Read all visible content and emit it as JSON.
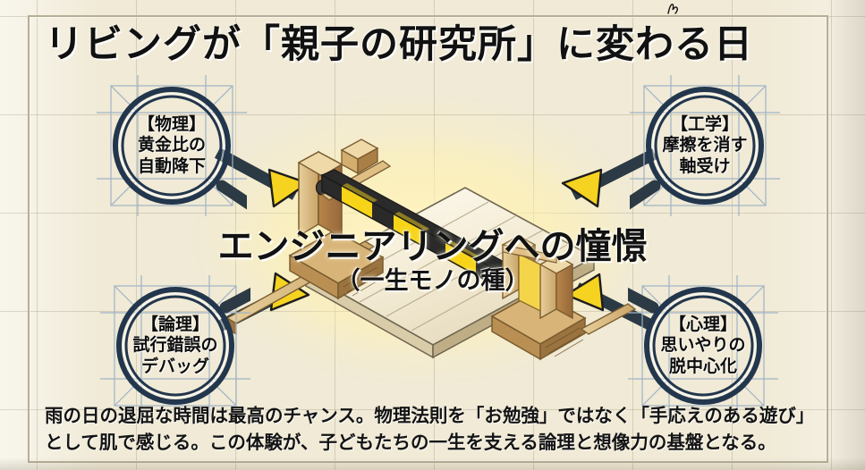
{
  "slide": {
    "title": "リビングが「親子の研究所」に変わる日",
    "center": {
      "main": "エンジニアリングへの憧憬",
      "sub": "（一生モノの種）"
    },
    "caption": {
      "line1": "雨の日の退屈な時間は最高のチャンス。物理法則を「お勉強」ではなく「手応えのある遊び」",
      "line2": "として肌で感じる。この体験が、子どもたちの一生を支える論理と想像力の基盤となる。"
    },
    "badges": [
      {
        "id": "physics",
        "category": "【物理】",
        "line1": "黄金比の",
        "line2": "自動降下",
        "position": "top-left"
      },
      {
        "id": "engineering",
        "category": "【工学】",
        "line1": "摩擦を消す",
        "line2": "軸受け",
        "position": "top-right"
      },
      {
        "id": "logic",
        "category": "【論理】",
        "line1": "試行錯誤の",
        "line2": "デバッグ",
        "position": "bottom-left"
      },
      {
        "id": "psychology",
        "category": "【心理】",
        "line1": "思いやりの",
        "line2": "脱中心化",
        "position": "bottom-right"
      }
    ],
    "illustration": {
      "name": "isometric-wooden-ramp-with-striped-barrier",
      "description": "木製の板と支柱、黄色と黒のしま模様のバー"
    },
    "colors": {
      "paper": "#f0ead6",
      "grid": "#96 8c73",
      "frame": "#b6ae95",
      "ink": "#111111",
      "magnifier": "#22364d",
      "arrow_shaft": "#2b3a44",
      "arrow_head": "#f5d320",
      "stripe_yellow": "#f7d417",
      "stripe_dark": "#2a2a2a",
      "wood_light": "#e3c58c",
      "wood_mid": "#c8a061",
      "wood_dark": "#8a6a3a",
      "glow": "#fdf3be"
    },
    "cursor": {
      "name": "pointer-cursor"
    }
  }
}
